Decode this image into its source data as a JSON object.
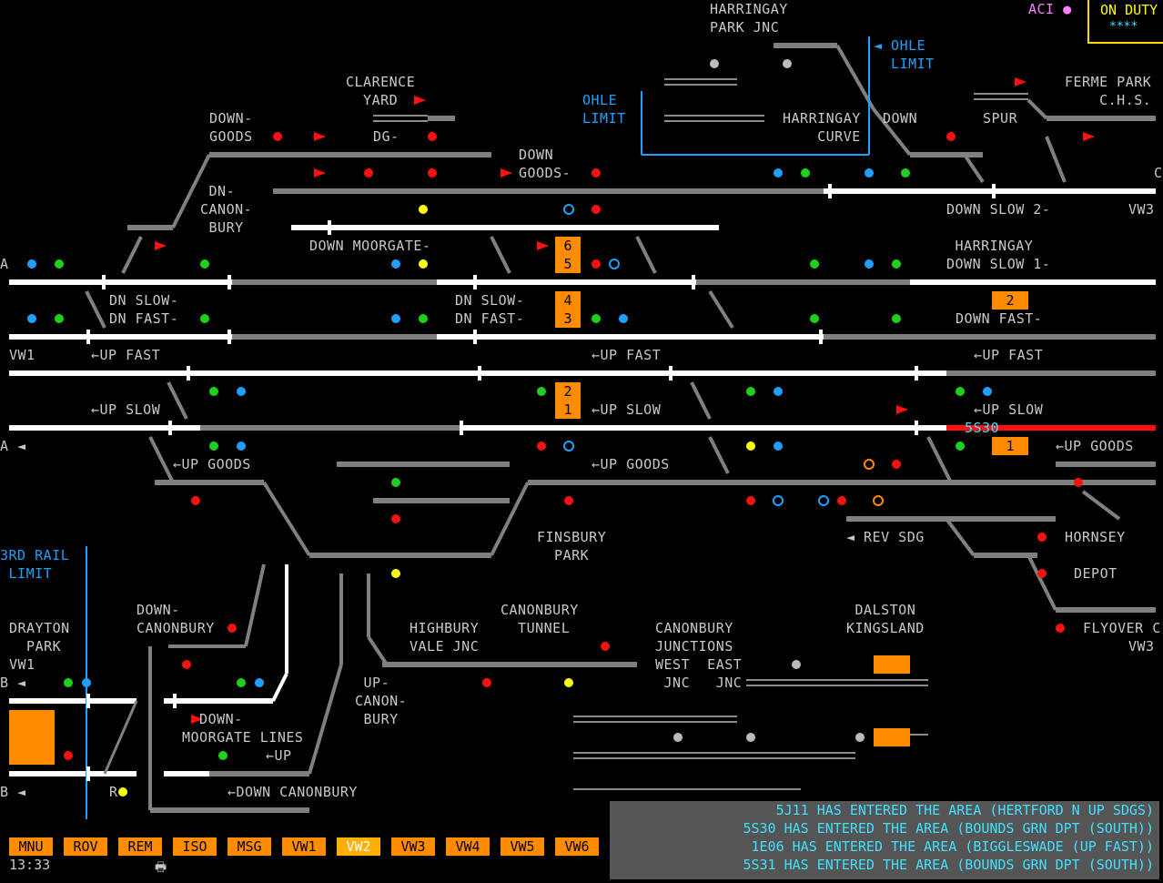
{
  "colors": {
    "track_clear": "#ffffff",
    "track_idle": "#808080",
    "track_occupied": "#ff1010",
    "berth": "#ff8c00",
    "label": "#c8c8c8",
    "limit": "#1ea0ff",
    "message": "#40e0ff"
  },
  "status": {
    "aci": "ACI",
    "duty_title": "ON DUTY",
    "duty_value": "****"
  },
  "limits": {
    "ohle_top": "◄ OHLE\n  LIMIT",
    "ohle_mid": "OHLE\nLIMIT",
    "third_rail": "3RD RAIL\n LIMIT"
  },
  "locations": {
    "harringay_park": "HARRINGAY\nPARK JNC",
    "harringay_curve": "HARRINGAY\n    CURVE",
    "ferme_park": "FERME PARK\n    C.H.S.",
    "spur": "SPUR",
    "down_top": "DOWN",
    "clarence_yard": "CLARENCE\n  YARD",
    "down_goods_left": "DOWN-\nGOODS",
    "dg": "DG-",
    "down_goods_mid": "DOWN\nGOODS-",
    "dn_canonbury": " DN-\nCANON-\n BURY",
    "down_moorgate": "DOWN MOORGATE-",
    "down_slow_2": "DOWN SLOW 2-",
    "vw3_top": "VW3",
    "harringay_ds1": " HARRINGAY\nDOWN SLOW 1-",
    "dn_slow_dn_fast_l": "DN SLOW-\nDN FAST-",
    "dn_slow_dn_fast_m": "DN SLOW-\nDN FAST-",
    "down_fast_r": "DOWN FAST-",
    "vw1": "VW1",
    "up_fast_l": "←UP FAST",
    "up_fast_m": "←UP FAST",
    "up_fast_r": "←UP FAST",
    "up_slow_l": "←UP SLOW",
    "up_slow_m": "←UP SLOW",
    "up_slow_r": "←UP SLOW",
    "up_goods_l": "←UP GOODS",
    "up_goods_m": "←UP GOODS",
    "up_goods_r": "←UP GOODS",
    "rev_sdg": "◄ REV SDG",
    "hornsey": "HORNSEY",
    "depot": "DEPOT",
    "finsbury_park": "FINSBURY\n  PARK",
    "flyover": "FLYOVER C",
    "vw3_bot": "VW3",
    "drayton_park": "DRAYTON\n  PARK",
    "vw1_bot": "VW1",
    "down_canonbury_a": "DOWN-\nCANONBURY",
    "down_moorgate_lines": "  DOWN-\nMOORGATE LINES",
    "up_short": "←UP",
    "down_canonbury_b": "←DOWN CANONBURY",
    "highbury_vale": "HIGHBURY\nVALE JNC",
    "canonbury_tunnel": "CANONBURY\n  TUNNEL",
    "up_canonbury": " UP-\nCANON-\n BURY",
    "canonbury_junctions": "CANONBURY\nJUNCTIONS\nWEST  EAST\n JNC   JNC",
    "dalston": " DALSTON\nKINGSLAND",
    "edge_a_top": "A",
    "edge_a_bot": "A ◄",
    "edge_b1": "B ◄",
    "edge_b2": "B ◄",
    "edge_c_top": "C",
    "edge_r": "R"
  },
  "berths": {
    "b6": "6",
    "b5": "5",
    "b4": "4",
    "b3": "3",
    "b2": "2",
    "b1": "1",
    "b2r": "2",
    "b1r": "1"
  },
  "train_headcode": "5S30",
  "messages": [
    "5J11 HAS ENTERED THE AREA (HERTFORD N UP SDGS)",
    "5S30 HAS ENTERED THE AREA (BOUNDS GRN DPT (SOUTH))",
    "1E06 HAS ENTERED THE AREA (BIGGLESWADE (UP FAST))",
    "5S31 HAS ENTERED THE AREA (BOUNDS GRN DPT (SOUTH))"
  ],
  "buttons": [
    "MNU",
    "ROV",
    "REM",
    "ISO",
    "MSG",
    "VW1",
    "VW2",
    "VW3",
    "VW4",
    "VW5",
    "VW6"
  ],
  "active_button": "VW2",
  "clock": "13:33",
  "printer_icon": "printer-icon"
}
